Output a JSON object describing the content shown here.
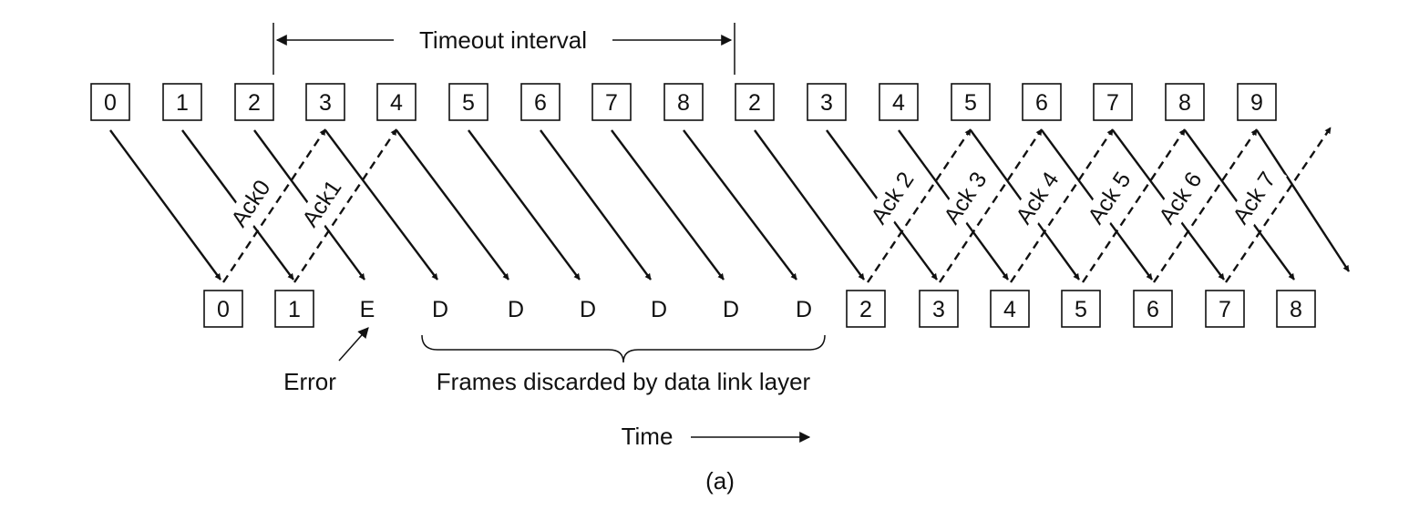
{
  "sender_frames": [
    "0",
    "1",
    "2",
    "3",
    "4",
    "5",
    "6",
    "7",
    "8",
    "2",
    "3",
    "4",
    "5",
    "6",
    "7",
    "8",
    "9"
  ],
  "receiver_items": [
    {
      "text": "0",
      "boxed": true
    },
    {
      "text": "1",
      "boxed": true
    },
    {
      "text": "E",
      "boxed": false
    },
    {
      "text": "D",
      "boxed": false
    },
    {
      "text": "D",
      "boxed": false
    },
    {
      "text": "D",
      "boxed": false
    },
    {
      "text": "D",
      "boxed": false
    },
    {
      "text": "D",
      "boxed": false
    },
    {
      "text": "D",
      "boxed": false
    },
    {
      "text": "2",
      "boxed": true
    },
    {
      "text": "3",
      "boxed": true
    },
    {
      "text": "4",
      "boxed": true
    },
    {
      "text": "5",
      "boxed": true
    },
    {
      "text": "6",
      "boxed": true
    },
    {
      "text": "7",
      "boxed": true
    },
    {
      "text": "8",
      "boxed": true
    }
  ],
  "acks": [
    "Ack0",
    "Ack1",
    "Ack 2",
    "Ack 3",
    "Ack 4",
    "Ack 5",
    "Ack 6",
    "Ack 7"
  ],
  "labels": {
    "timeout": "Timeout interval",
    "error": "Error",
    "discarded": "Frames discarded by data link layer",
    "time": "Time",
    "caption": "(a)"
  }
}
